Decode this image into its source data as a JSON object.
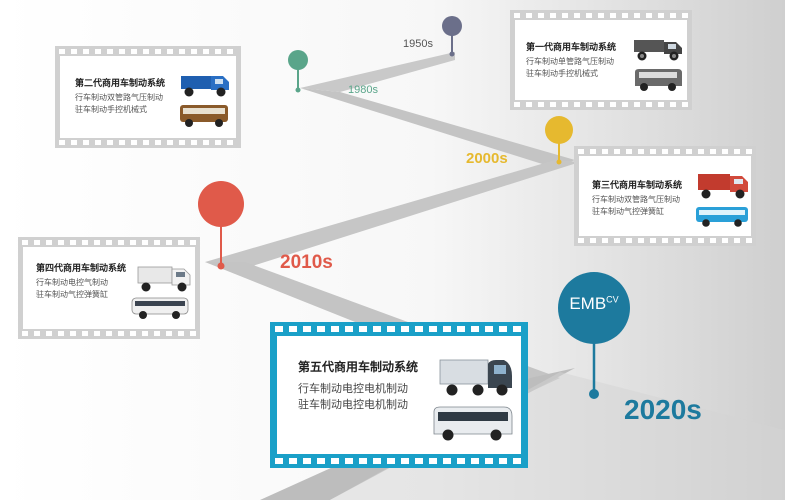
{
  "years": {
    "y1950": "1950s",
    "y1980": "1980s",
    "y2000": "2000s",
    "y2010": "2010s",
    "y2020": "2020s"
  },
  "emb": {
    "label": "EMB",
    "superscript": "CV"
  },
  "generations": [
    {
      "title": "第一代商用车制动系统",
      "lines": [
        "行车制动单管路气压制动",
        "驻车制动手控机械式"
      ]
    },
    {
      "title": "第二代商用车制动系统",
      "lines": [
        "行车制动双管路气压制动",
        "驻车制动手控机械式"
      ]
    },
    {
      "title": "第三代商用车制动系统",
      "lines": [
        "行车制动双管路气压制动",
        "驻车制动气控弹簧缸"
      ]
    },
    {
      "title": "第四代商用车制动系统",
      "lines": [
        "行车制动电控气制动",
        "驻车制动气控弹簧缸"
      ]
    },
    {
      "title": "第五代商用车制动系统",
      "lines": [
        "行车制动电控电机制动",
        "驻车制动电控电机制动"
      ]
    }
  ],
  "colors": {
    "y1950": "#6b6f8a",
    "y1980": "#5aa58a",
    "y2000": "#e6b92f",
    "y2010": "#e05a4a",
    "y2020": "#1d7a9e",
    "road": "#c8c8c8",
    "film": "#cfcfcf"
  }
}
